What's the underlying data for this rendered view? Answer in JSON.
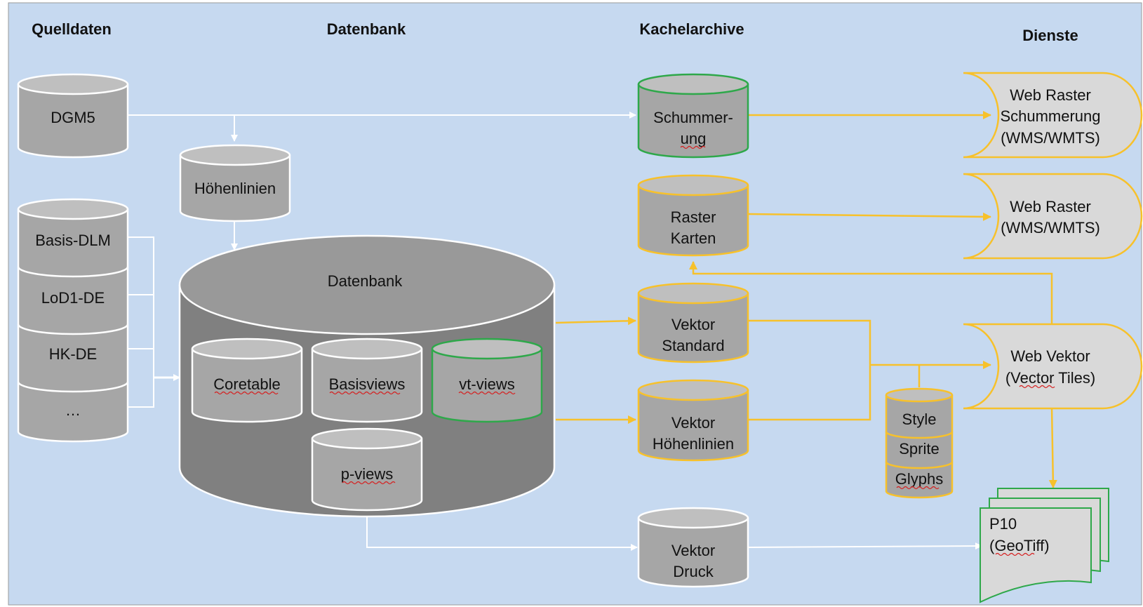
{
  "headers": {
    "quelldaten": "Quelldaten",
    "datenbank": "Datenbank",
    "kachelarchive": "Kachelarchive",
    "dienste": "Dienste"
  },
  "quelldaten": {
    "dgm5": "DGM5",
    "stack": [
      "Basis-DLM",
      "LoD1-DE",
      "HK-DE",
      "…"
    ]
  },
  "datenbank": {
    "hoehenlinien": "Höhenlinien",
    "main_label": "Datenbank",
    "coretable": "Coretable",
    "basisviews": "Basisviews",
    "vt_views": "vt-views",
    "p_views": "p-views"
  },
  "kachelarchive": {
    "schummerung": [
      "Schummer-",
      "ung"
    ],
    "raster_karten": [
      "Raster",
      "Karten"
    ],
    "vektor_standard": [
      "Vektor",
      "Standard"
    ],
    "vektor_hoehenlinien": [
      "Vektor",
      "Höhenlinien"
    ],
    "vektor_druck": [
      "Vektor",
      "Druck"
    ]
  },
  "style_stack": [
    "Style",
    "Sprite",
    "Glyphs"
  ],
  "dienste": {
    "web_raster_schummerung": [
      "Web Raster",
      "Schummerung",
      "(WMS/WMTS)"
    ],
    "web_raster": [
      "Web Raster",
      "(WMS/WMTS)"
    ],
    "web_vektor": [
      "Web Vektor",
      "(Vector Tiles)"
    ],
    "p10": [
      "P10",
      "(GeoTiff)"
    ]
  },
  "colors": {
    "background": "#c6d9f0",
    "cylinder_body": "#a6a6a6",
    "cylinder_top": "#bfbfbf",
    "db_body": "#808080",
    "db_top": "#999999",
    "accent_orange": "#f7c12b",
    "accent_green": "#2ea84a",
    "document_fill": "#d9d9d9",
    "white_arrow": "#ffffff"
  }
}
